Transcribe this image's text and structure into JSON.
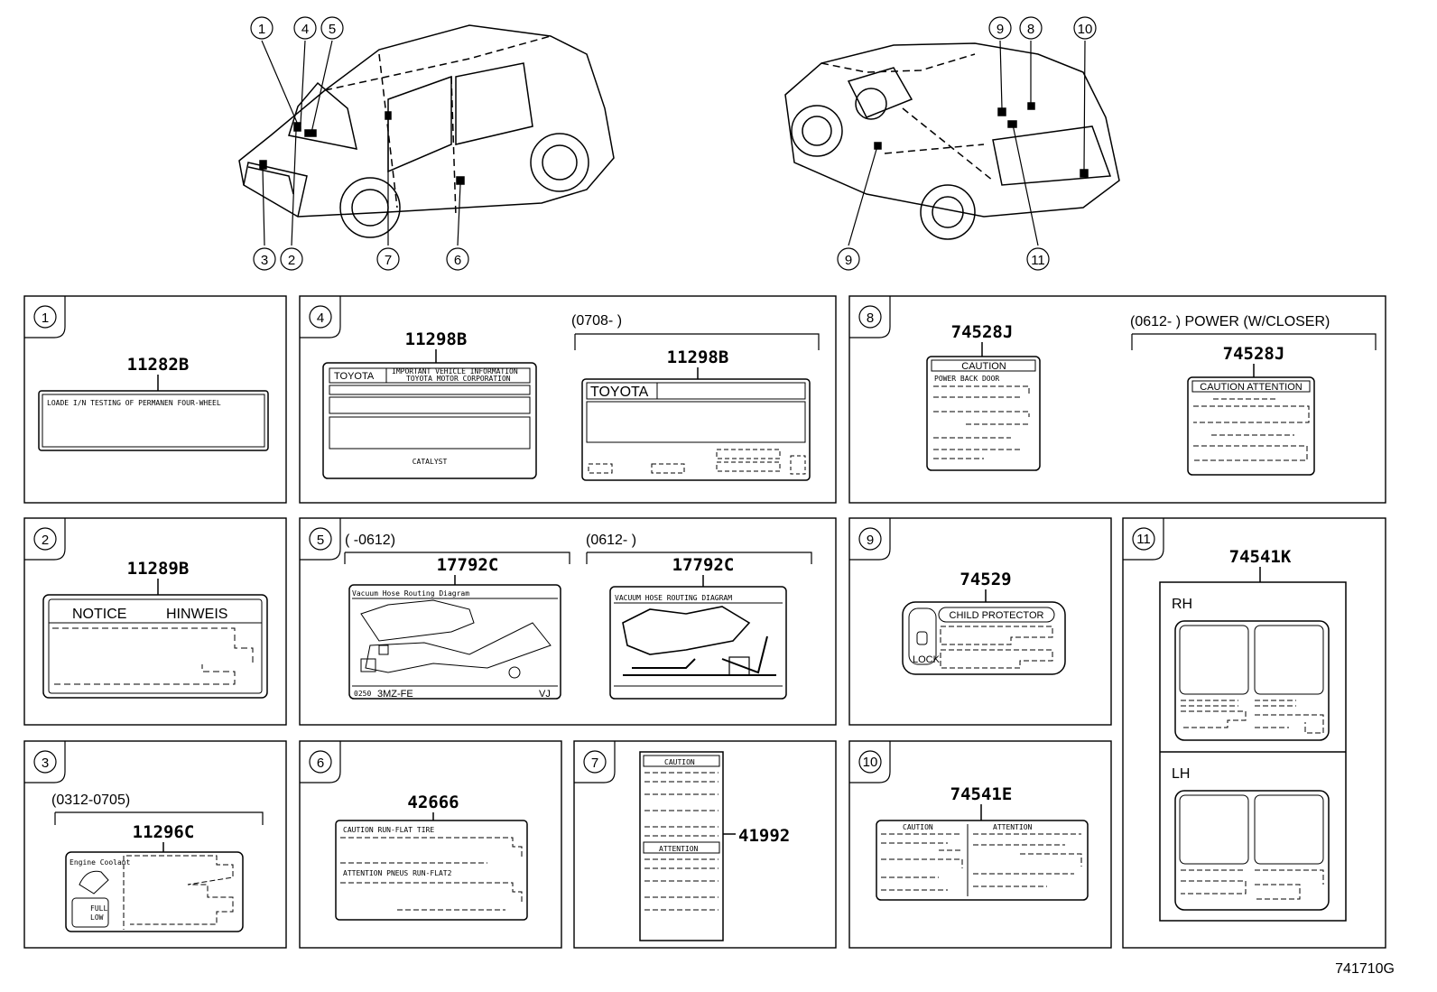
{
  "diagram_id": "741710G",
  "callouts_front": [
    "1",
    "4",
    "5",
    "3",
    "2",
    "7",
    "6"
  ],
  "callouts_rear": [
    "9",
    "8",
    "10",
    "9",
    "11"
  ],
  "panels": {
    "p1": {
      "num": "1",
      "part": "11282B",
      "label_text": "LOADE I/N TESTING OF PERMANEN FOUR-WHEEL"
    },
    "p2": {
      "num": "2",
      "part": "11289B",
      "notice": "NOTICE",
      "hinweis": "HINWEIS"
    },
    "p3": {
      "num": "3",
      "date_range": "(0312-0705)",
      "part": "11296C",
      "coolant": "Engine Coolant",
      "full": "FULL",
      "low": "LOW"
    },
    "p4": {
      "num": "4",
      "part_a": "11298B",
      "toyota_a": "TOYOTA",
      "info1": "IMPORTANT VEHICLE INFORMATION",
      "info2": "TOYOTA MOTOR CORPORATION",
      "catalyst": "CATALYST",
      "date_range": "(0708-      )",
      "part_b": "11298B",
      "toyota_b": "TOYOTA"
    },
    "p5": {
      "num": "5",
      "date_a": "(      -0612)",
      "part_a": "17792C",
      "title_a": "Vacuum Hose Routing Diagram",
      "engine": "3MZ-FE",
      "code": "VJ",
      "tag": "0250",
      "date_b": "(0612-      )",
      "part_b": "17792C",
      "title_b": "VACUUM HOSE ROUTING DIAGRAM"
    },
    "p6": {
      "num": "6",
      "part": "42666",
      "caution": "CAUTION  RUN-FLAT TIRE",
      "attention": "ATTENTION  PNEUS RUN-FLAT2"
    },
    "p7": {
      "num": "7",
      "part": "41992",
      "caution": "CAUTION",
      "attention": "ATTENTION"
    },
    "p8": {
      "num": "8",
      "part_a": "74528J",
      "caution_a": "CAUTION",
      "sub_a": "POWER BACK DOOR",
      "date_range": "(0612-      ) POWER (W/CLOSER)",
      "part_b": "74528J",
      "caution_b": "CAUTION  ATTENTION"
    },
    "p9": {
      "num": "9",
      "part": "74529",
      "child": "CHILD PROTECTOR",
      "lock": "LOCK"
    },
    "p10": {
      "num": "10",
      "part": "74541E",
      "caution": "CAUTION",
      "attention": "ATTENTION"
    },
    "p11": {
      "num": "11",
      "part": "74541K",
      "rh": "RH",
      "lh": "LH"
    }
  }
}
